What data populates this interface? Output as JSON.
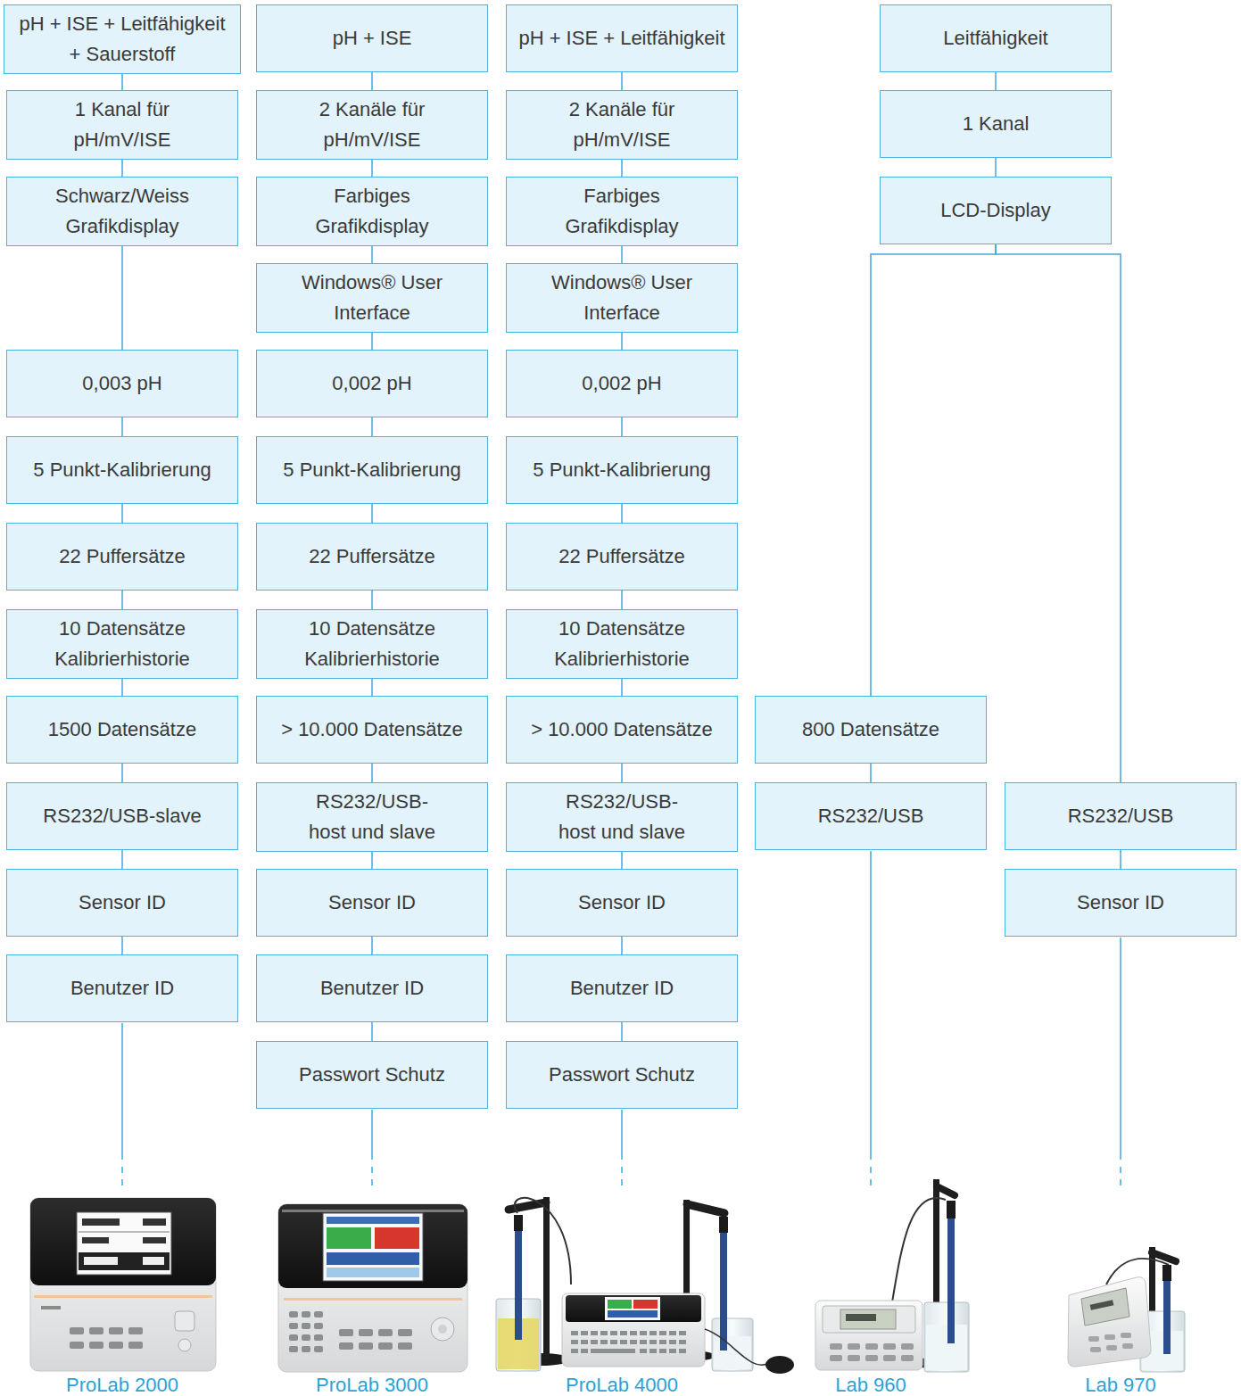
{
  "diagram": {
    "nodes": [
      {
        "text": [
          "pH + ISE + Leitfähigkeit + Sauerstoff"
        ]
      },
      {
        "text": [
          "1 Kanal für pH/mV/ISE"
        ]
      },
      {
        "text": [
          "Schwarz/Weiss Grafikdisplay"
        ]
      },
      {
        "text": [
          "0,003 pH"
        ]
      },
      {
        "text": [
          "5 Punkt-Kalibrierung"
        ]
      },
      {
        "text": [
          "22 Puffersätze"
        ]
      },
      {
        "text": [
          "10 Datensätze Kalibrierhistorie"
        ]
      },
      {
        "text": [
          "1500 Datensätze"
        ]
      },
      {
        "text": [
          "RS232/USB-slave"
        ]
      },
      {
        "text": [
          "Sensor ID"
        ]
      },
      {
        "text": [
          "Benutzer ID"
        ]
      },
      {
        "text": [
          "pH + ISE"
        ]
      },
      {
        "text": [
          "2 Kanäle für pH/mV/ISE"
        ]
      },
      {
        "text": [
          "Farbiges Grafikdisplay"
        ]
      },
      {
        "text": [
          "Windows® User Interface"
        ]
      },
      {
        "text": [
          "0,002 pH"
        ]
      },
      {
        "text": [
          "5 Punkt-Kalibrierung"
        ]
      },
      {
        "text": [
          "22 Puffersätze"
        ]
      },
      {
        "text": [
          "10 Datensätze Kalibrierhistorie"
        ]
      },
      {
        "text": [
          "> 10.000 Datensätze"
        ]
      },
      {
        "text": [
          "RS232/USB- host und slave"
        ]
      },
      {
        "text": [
          "Sensor ID"
        ]
      },
      {
        "text": [
          "Benutzer ID"
        ]
      },
      {
        "text": [
          "Passwort Schutz"
        ]
      },
      {
        "text": [
          "pH + ISE + Leitfähigkeit"
        ]
      },
      {
        "text": [
          "2 Kanäle für pH/mV/ISE"
        ]
      },
      {
        "text": [
          "Farbiges Grafikdisplay"
        ]
      },
      {
        "text": [
          "Windows® User Interface"
        ]
      },
      {
        "text": [
          "0,002 pH"
        ]
      },
      {
        "text": [
          "5 Punkt-Kalibrierung"
        ]
      },
      {
        "text": [
          "22 Puffersätze"
        ]
      },
      {
        "text": [
          "10 Datensätze Kalibrierhistorie"
        ]
      },
      {
        "text": [
          "> 10.000 Datensätze"
        ]
      },
      {
        "text": [
          "RS232/USB- host und slave"
        ]
      },
      {
        "text": [
          "Sensor ID"
        ]
      },
      {
        "text": [
          "Benutzer ID"
        ]
      },
      {
        "text": [
          "Passwort Schutz"
        ]
      },
      {
        "text": [
          "Leitfähigkeit"
        ]
      },
      {
        "text": [
          "1 Kanal"
        ]
      },
      {
        "text": [
          "LCD-Display"
        ]
      },
      {
        "text": [
          "800 Datensätze"
        ]
      },
      {
        "text": [
          "RS232/USB"
        ]
      },
      {
        "text": [
          "RS232/USB"
        ]
      },
      {
        "text": [
          "Sensor ID"
        ]
      }
    ],
    "edges": [
      {
        "from": 0,
        "to": 1,
        "arrow": "none"
      },
      {
        "from": 1,
        "to": 2,
        "arrow": "none"
      },
      {
        "from": 2,
        "to": 3,
        "arrow": "none"
      },
      {
        "from": 3,
        "to": 4,
        "arrow": "none"
      },
      {
        "from": 4,
        "to": 5,
        "arrow": "none"
      },
      {
        "from": 5,
        "to": 6,
        "arrow": "none"
      },
      {
        "from": 6,
        "to": 7,
        "arrow": "none"
      },
      {
        "from": 7,
        "to": 8,
        "arrow": "none"
      },
      {
        "from": 8,
        "to": 9,
        "arrow": "none"
      },
      {
        "from": 9,
        "to": 10,
        "arrow": "none"
      },
      {
        "from": 11,
        "to": 12,
        "arrow": "none"
      },
      {
        "from": 12,
        "to": 13,
        "arrow": "none"
      },
      {
        "from": 13,
        "to": 14,
        "arrow": "none"
      },
      {
        "from": 14,
        "to": 15,
        "arrow": "none"
      },
      {
        "from": 15,
        "to": 16,
        "arrow": "none"
      },
      {
        "from": 16,
        "to": 17,
        "arrow": "none"
      },
      {
        "from": 17,
        "to": 18,
        "arrow": "none"
      },
      {
        "from": 18,
        "to": 19,
        "arrow": "none"
      },
      {
        "from": 19,
        "to": 20,
        "arrow": "none"
      },
      {
        "from": 20,
        "to": 21,
        "arrow": "none"
      },
      {
        "from": 21,
        "to": 22,
        "arrow": "none"
      },
      {
        "from": 22,
        "to": 23,
        "arrow": "none"
      },
      {
        "from": 24,
        "to": 25,
        "arrow": "none"
      },
      {
        "from": 25,
        "to": 26,
        "arrow": "none"
      },
      {
        "from": 26,
        "to": 27,
        "arrow": "none"
      },
      {
        "from": 27,
        "to": 28,
        "arrow": "none"
      },
      {
        "from": 28,
        "to": 29,
        "arrow": "none"
      },
      {
        "from": 29,
        "to": 30,
        "arrow": "none"
      },
      {
        "from": 30,
        "to": 31,
        "arrow": "none"
      },
      {
        "from": 31,
        "to": 32,
        "arrow": "none"
      },
      {
        "from": 32,
        "to": 33,
        "arrow": "none"
      },
      {
        "from": 33,
        "to": 34,
        "arrow": "none"
      },
      {
        "from": 34,
        "to": 35,
        "arrow": "none"
      },
      {
        "from": 35,
        "to": 36,
        "arrow": "none"
      },
      {
        "from": 37,
        "to": 38,
        "arrow": "none"
      },
      {
        "from": 38,
        "to": 39,
        "arrow": "none"
      },
      {
        "from": 39,
        "to": 40,
        "arrow": "none"
      },
      {
        "from": 40,
        "to": 41,
        "arrow": "none"
      },
      {
        "from": 39,
        "to": 42,
        "arrow": "none"
      },
      {
        "from": 42,
        "to": 43,
        "arrow": "none"
      }
    ],
    "labels": [
      "ProLab 2000",
      "ProLab 3000",
      "ProLab 4000",
      "Lab 960",
      "Lab 970"
    ]
  }
}
